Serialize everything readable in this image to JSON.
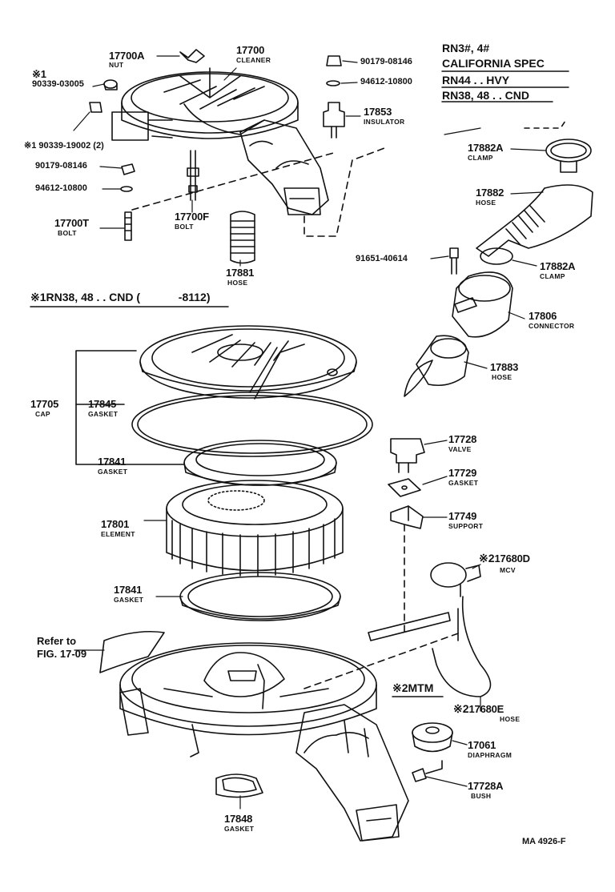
{
  "spec_notes": {
    "line1": "RN3#, 4#",
    "line2": "CALIFORNIA SPEC",
    "line3": "RN44 . . HVY",
    "line4": "RN38, 48 . . CND"
  },
  "section_header": {
    "text": "※1RN38, 48 . . CND (",
    "date": "-8112)"
  },
  "mtm_note": "※2MTM",
  "refer_note": {
    "line1": "Refer to",
    "line2": "FIG. 17-09"
  },
  "footer_code": "MA  4926-F",
  "parts": {
    "p17700A": {
      "number": "17700A",
      "name": "NUT"
    },
    "p17700": {
      "number": "17700",
      "name": "CLEANER"
    },
    "p90339_03005": {
      "mark": "※1",
      "number": "90339-03005"
    },
    "p90339_19002": {
      "number": "※1 90339-19002 (2)"
    },
    "p90179_08146_top": {
      "number": "90179-08146"
    },
    "p94612_10800_top": {
      "number": "94612-10800"
    },
    "p17853": {
      "number": "17853",
      "name": "INSULATOR"
    },
    "p90179_08146": {
      "number": "90179-08146"
    },
    "p94612_10800": {
      "number": "94612-10800"
    },
    "p17700T": {
      "number": "17700T",
      "name": "BOLT"
    },
    "p17700F": {
      "number": "17700F",
      "name": "BOLT"
    },
    "p17881": {
      "number": "17881",
      "name": "HOSE"
    },
    "p17882A_top": {
      "number": "17882A",
      "name": "CLAMP"
    },
    "p17882": {
      "number": "17882",
      "name": "HOSE"
    },
    "p91651": {
      "number": "91651-40614"
    },
    "p17882A": {
      "number": "17882A",
      "name": "CLAMP"
    },
    "p17806": {
      "number": "17806",
      "name": "CONNECTOR"
    },
    "p17883": {
      "number": "17883",
      "name": "HOSE"
    },
    "p17705": {
      "number": "17705",
      "name": "CAP"
    },
    "p17845": {
      "number": "17845",
      "name": "GASKET"
    },
    "p17841_top": {
      "number": "17841",
      "name": "GASKET"
    },
    "p17801": {
      "number": "17801",
      "name": "ELEMENT"
    },
    "p17841": {
      "number": "17841",
      "name": "GASKET"
    },
    "p17728": {
      "number": "17728",
      "name": "VALVE"
    },
    "p17729": {
      "number": "17729",
      "name": "GASKET"
    },
    "p17749": {
      "number": "17749",
      "name": "SUPPORT"
    },
    "p17680D": {
      "mark": "※2",
      "number": "17680D",
      "name": "MCV"
    },
    "p17680E": {
      "mark": "※2",
      "number": "17680E",
      "name": "HOSE"
    },
    "p17061": {
      "number": "17061",
      "name": "DIAPHRAGM"
    },
    "p17728A": {
      "number": "17728A",
      "name": "BUSH"
    },
    "p17848": {
      "number": "17848",
      "name": "GASKET"
    }
  }
}
